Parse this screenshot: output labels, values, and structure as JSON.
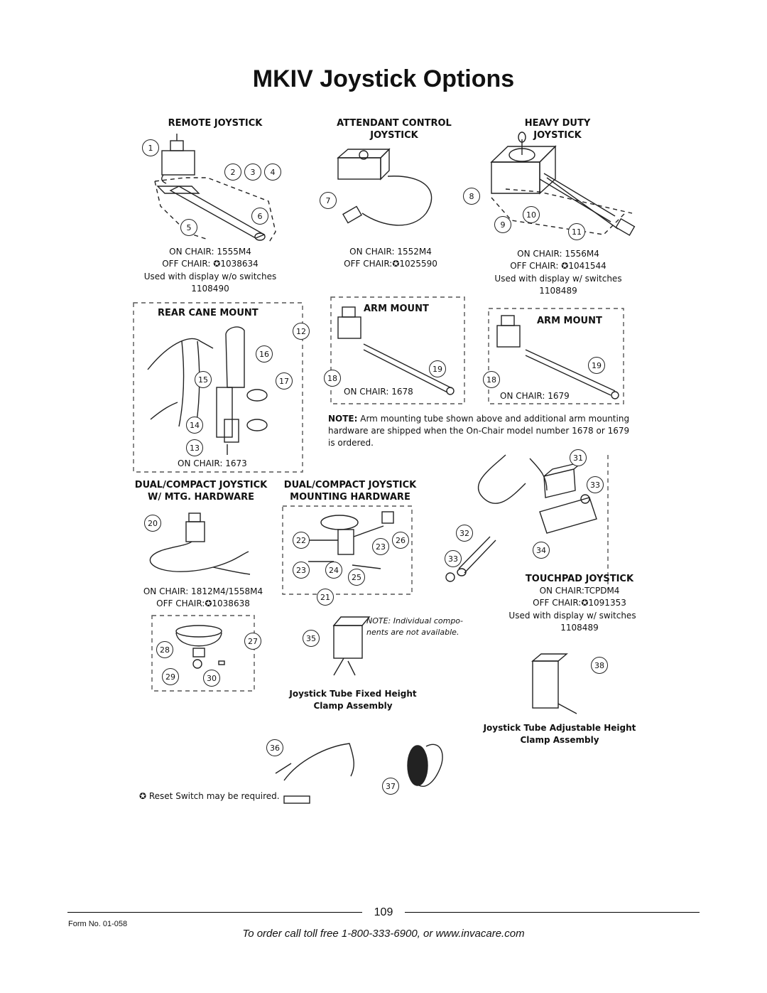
{
  "page": {
    "title": "MKIV Joystick Options",
    "page_number": "109",
    "form_no": "Form No.  01-058",
    "order_line": "To order call toll free 1-800-333-6900, or www.invacare.com"
  },
  "sections": {
    "remote": {
      "heading": "REMOTE JOYSTICK",
      "on_chair": "ON CHAIR:  1555M4",
      "off_chair": "OFF CHAIR:  ✪1038634",
      "note": "Used with display w/o switches",
      "part": "1108490"
    },
    "attendant": {
      "heading_1": "ATTENDANT CONTROL",
      "heading_2": "JOYSTICK",
      "on_chair": "ON CHAIR:  1552M4",
      "off_chair": "OFF CHAIR:✪1025590"
    },
    "heavy": {
      "heading_1": "HEAVY DUTY",
      "heading_2": "JOYSTICK",
      "on_chair": "ON CHAIR:  1556M4",
      "off_chair": "OFF CHAIR: ✪1041544",
      "note": "Used with display w/ switches",
      "part": "1108489"
    },
    "rear_cane": {
      "heading": "REAR CANE MOUNT",
      "on_chair": "ON CHAIR:  1673"
    },
    "arm_mount_1": {
      "heading": "ARM MOUNT",
      "on_chair": "ON CHAIR:  1678"
    },
    "arm_mount_2": {
      "heading": "ARM MOUNT",
      "on_chair": "ON CHAIR:  1679"
    },
    "arm_note": {
      "label": "NOTE:",
      "line_1": " Arm mounting tube shown above and additional arm mounting",
      "line_2": "hardware are shipped when the On-Chair model number 1678 or 1679",
      "line_3": "is ordered."
    },
    "dual_compact": {
      "heading_1": "DUAL/COMPACT JOYSTICK",
      "heading_2": "W/ MTG. HARDWARE",
      "on_chair": "ON CHAIR: 1812M4/1558M4",
      "off_chair": "OFF CHAIR:✪1038638"
    },
    "dual_hardware": {
      "heading_1": "DUAL/COMPACT JOYSTICK",
      "heading_2": "MOUNTING HARDWARE"
    },
    "touchpad": {
      "heading": "TOUCHPAD JOYSTICK",
      "on_chair": "ON CHAIR:TCPDM4",
      "off_chair": "OFF CHAIR:✪1091353",
      "note": "Used with display w/ switches",
      "part": "1108489"
    },
    "individual_note": {
      "line_1": "NOTE: Individual compo-",
      "line_2": "nents are not available."
    },
    "fixed_clamp": {
      "line_1": "Joystick Tube Fixed Height",
      "line_2": "Clamp Assembly"
    },
    "adjustable_clamp": {
      "line_1": "Joystick Tube Adjustable Height",
      "line_2": "Clamp Assembly"
    },
    "reset_note": "✪ Reset Switch may be required."
  },
  "callouts": [
    "1",
    "2",
    "3",
    "4",
    "5",
    "6",
    "7",
    "8",
    "9",
    "10",
    "11",
    "12",
    "13",
    "14",
    "15",
    "16",
    "17",
    "18",
    "19",
    "18",
    "19",
    "20",
    "21",
    "22",
    "23",
    "23",
    "24",
    "25",
    "26",
    "27",
    "28",
    "29",
    "30",
    "31",
    "32",
    "33",
    "33",
    "34",
    "35",
    "36",
    "37",
    "38"
  ]
}
